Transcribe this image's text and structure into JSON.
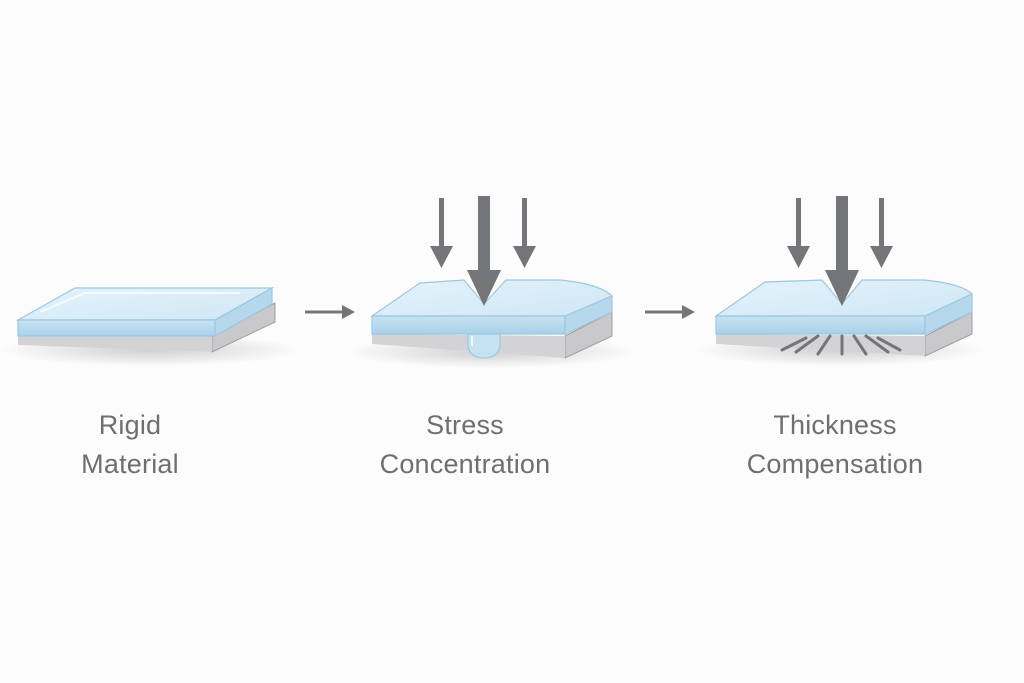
{
  "stages": [
    {
      "line1": "Rigid",
      "line2": "Material"
    },
    {
      "line1": "Stress",
      "line2": "Concentration"
    },
    {
      "line1": "Thickness",
      "line2": "Compensation"
    }
  ],
  "colors": {
    "background": "#fcfcfc",
    "plate_top": "#d6ecf7",
    "plate_front": "#bcdcee",
    "plate_edge": "#9cc7e0",
    "arrow": "#737578",
    "label": "#6f6f72"
  }
}
